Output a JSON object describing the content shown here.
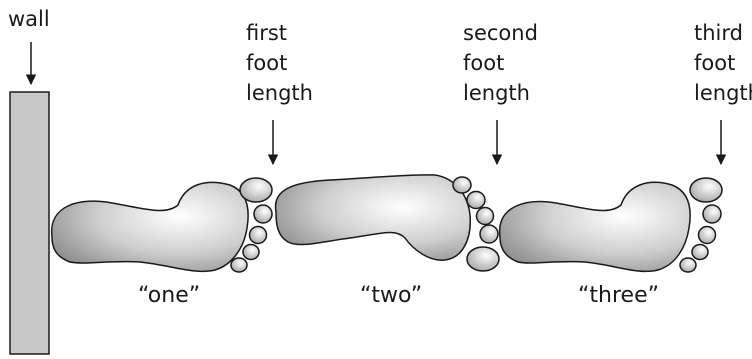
{
  "wall_label": "wall",
  "markers": [
    {
      "lines": [
        "first",
        "foot",
        "length"
      ]
    },
    {
      "lines": [
        "second",
        "foot",
        "length"
      ]
    },
    {
      "lines": [
        "third",
        "foot",
        "length"
      ]
    }
  ],
  "counts": [
    "“one”",
    "“two”",
    "“three”"
  ],
  "colors": {
    "wall_fill": "#c8c8c8",
    "outline": "#1a1a1a",
    "foot_light": "#ffffff",
    "foot_dark": "#8e8e8e"
  }
}
